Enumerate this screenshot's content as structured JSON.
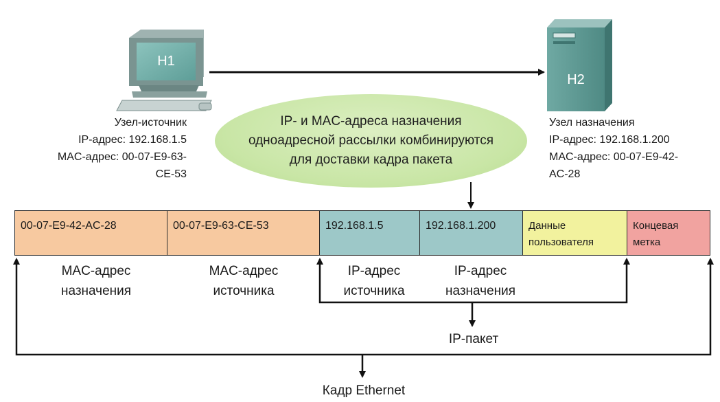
{
  "source_host": {
    "name": "H1",
    "role": "Узел-источник",
    "ip": "IP-адрес: 192.168.1.5",
    "mac_line1": "MAC-адрес: 00-07-E9-63-",
    "mac_line2": "CE-53"
  },
  "dest_host": {
    "name": "H2",
    "role": "Узел назначения",
    "ip": "IP-адрес: 192.168.1.200",
    "mac_line1": "MAC-адрес: 00-07-E9-42-",
    "mac_line2": "AC-28"
  },
  "note": {
    "line1": "IP- и MAC-адреса назначения",
    "line2": "одноадресной рассылки комбинируются",
    "line3": "для доставки кадра пакета"
  },
  "frame_fields": {
    "dest_mac": "00-07-E9-42-AC-28",
    "src_mac": "00-07-E9-63-CE-53",
    "src_ip": "192.168.1.5",
    "dest_ip": "192.168.1.200",
    "data_line1": "Данные",
    "data_line2": "пользователя",
    "trailer_line1": "Концевая",
    "trailer_line2": "метка"
  },
  "field_captions": {
    "dest_mac_line1": "MAC-адрес",
    "dest_mac_line2": "назначения",
    "src_mac_line1": "MAC-адрес",
    "src_mac_line2": "источника",
    "src_ip_line1": "IP-адрес",
    "src_ip_line2": "источника",
    "dest_ip_line1": "IP-адрес",
    "dest_ip_line2": "назначения"
  },
  "labels": {
    "ip_packet": "IP-пакет",
    "ethernet_frame": "Кадр Ethernet"
  },
  "colors": {
    "mac_fields": "#f7c9a0",
    "ip_fields": "#9dc8c8",
    "data_field": "#f2f29e",
    "trailer_field": "#f1a3a0",
    "note_fill": "#c9e6a6",
    "device_teal": "#5f9c97"
  }
}
